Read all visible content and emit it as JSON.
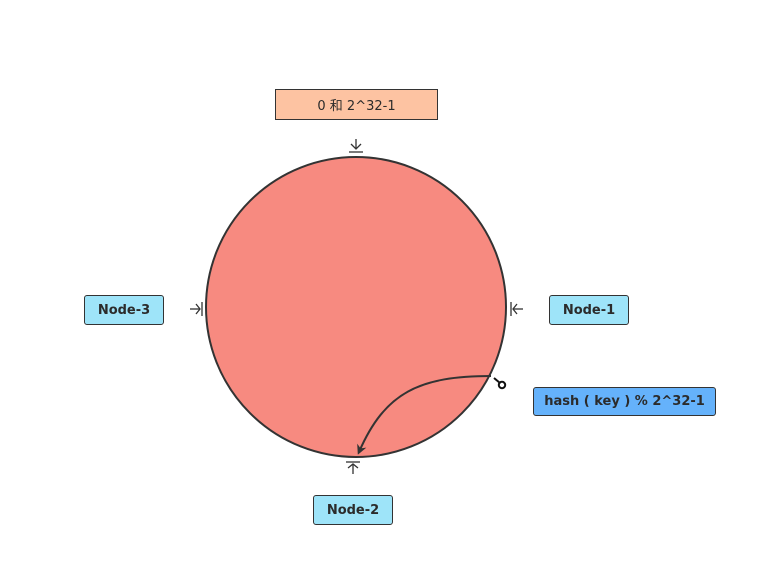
{
  "diagram": {
    "ring_range_label": "0 和 2^32-1",
    "nodes": [
      {
        "id": "node-1",
        "label": "Node-1"
      },
      {
        "id": "node-2",
        "label": "Node-2"
      },
      {
        "id": "node-3",
        "label": "Node-3"
      }
    ],
    "hash_label": "hash ( key ) % 2^32-1"
  },
  "colors": {
    "ring_fill": "#f78a80",
    "ring_stroke": "#333333",
    "range_box_fill": "#fdc3a2",
    "node_fill": "#9ee4f9",
    "hash_box_fill": "#65b2fb"
  }
}
